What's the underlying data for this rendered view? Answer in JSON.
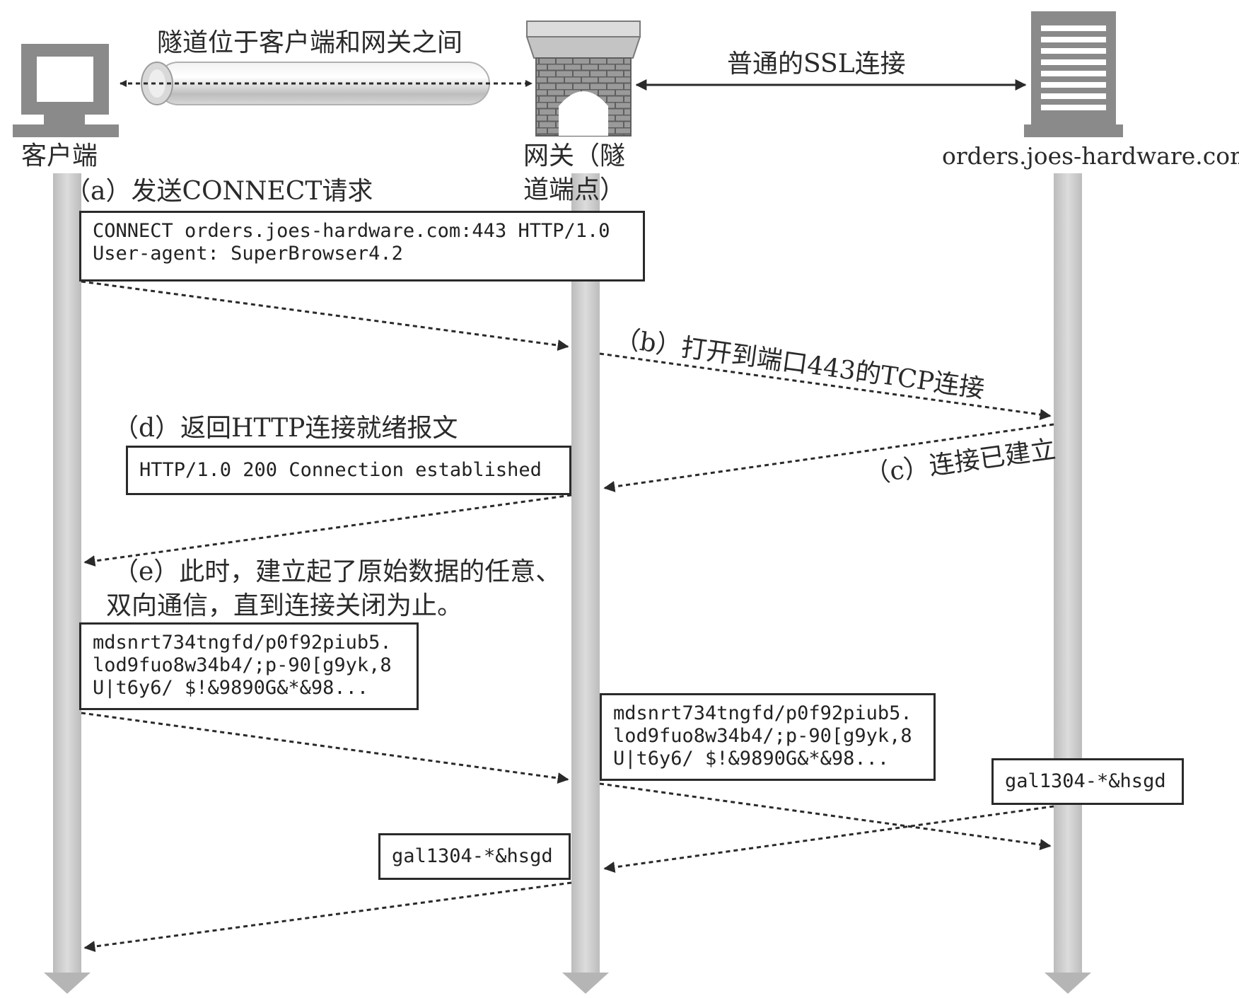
{
  "participants": {
    "client_label": "客户端",
    "gateway_label_line1": "网关（隧",
    "gateway_label_line2": "道端点）",
    "server_label": "orders.joes-hardware.com"
  },
  "top": {
    "tunnel_label": "隧道位于客户端和网关之间",
    "ssl_label": "普通的SSL连接"
  },
  "steps": {
    "a": "（a）发送CONNECT请求",
    "b": "（b）打开到端口443的TCP连接",
    "c": "（c）连接已建立",
    "d": "（d）返回HTTP连接就绪报文",
    "e_line1": "（e）此时，建立起了原始数据的任意、",
    "e_line2": "双向通信，直到连接关闭为止。"
  },
  "messages": {
    "connect_request": "CONNECT orders.joes-hardware.com:443 HTTP/1.0\nUser-agent: SuperBrowser4.2",
    "connection_established": "HTTP/1.0 200 Connection established",
    "raw_client": "mdsnrt734tngfd/p0f92piub5.\nlod9fuo8w34b4/;p-90[g9yk,8\nU|t6y6/ $!&9890G&*&98...",
    "raw_gateway": "mdsnrt734tngfd/p0f92piub5.\nlod9fuo8w34b4/;p-90[g9yk,8\nU|t6y6/ $!&9890G&*&98...",
    "server_reply": "gal1304-*&hsgd",
    "gateway_reply": "gal1304-*&hsgd"
  },
  "colors": {
    "ink": "#2a2a2a",
    "lifeline": "#cfcfcf",
    "device": "#8a8a8a"
  }
}
